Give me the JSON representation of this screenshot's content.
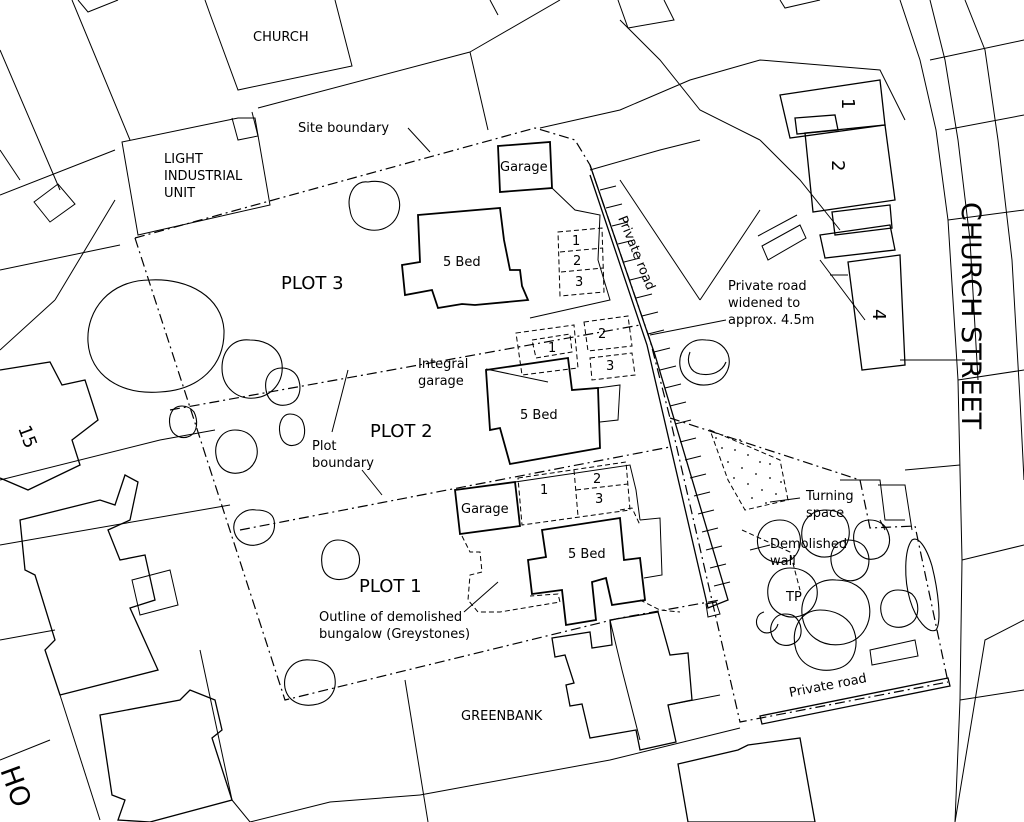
{
  "labels": {
    "church": "CHURCH",
    "light_industrial": [
      "LIGHT",
      "INDUSTRIAL",
      "UNIT"
    ],
    "site_boundary": "Site boundary",
    "garage_plot3": "Garage",
    "plot3": "PLOT 3",
    "bed_plot3": "5 Bed",
    "plot2": "PLOT 2",
    "bed_plot2": "5 Bed",
    "integral_garage": [
      "Integral",
      "garage"
    ],
    "plot_boundary": [
      "Plot",
      "boundary"
    ],
    "plot1": "PLOT 1",
    "garage_plot1": "Garage",
    "bed_plot1": "5 Bed",
    "demolished_outline": [
      "Outline of demolished",
      "bungalow (Greystones)"
    ],
    "private_road_vertical": "Private road",
    "private_road_widened": [
      "Private road",
      "widened to",
      "approx. 4.5m"
    ],
    "turning_space": [
      "Turning",
      "space"
    ],
    "demolished_wall": [
      "Demolished",
      "wall"
    ],
    "tp": "TP",
    "private_road_bottom": "Private road",
    "greenbank": "GREENBANK",
    "church_street": "CHURCH STREET",
    "house_1": "1",
    "house_2": "2",
    "house_4": "4",
    "house_15": "15",
    "street_fragment": "HO"
  },
  "parking_numbers": {
    "plot3": [
      "1",
      "2",
      "3"
    ],
    "plot2": [
      "1",
      "2",
      "3"
    ],
    "plot1": [
      "1",
      "2",
      "3"
    ]
  }
}
